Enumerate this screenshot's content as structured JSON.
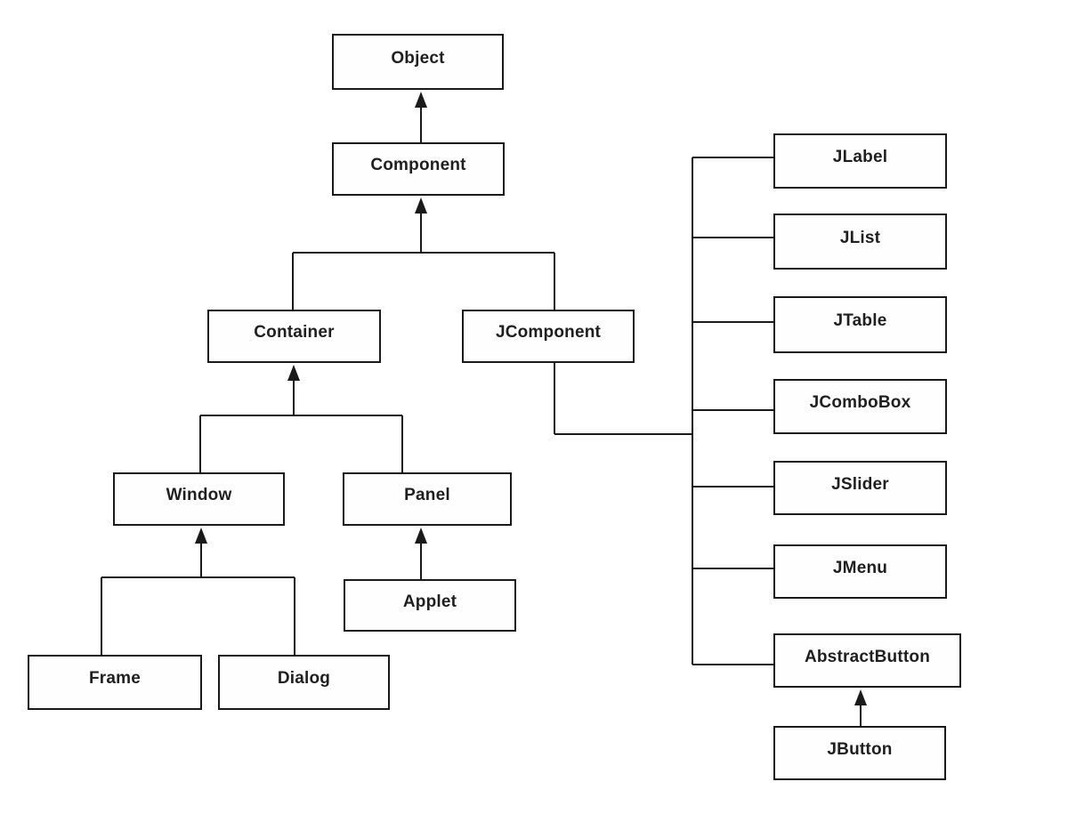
{
  "diagram": {
    "type": "class-hierarchy",
    "nodes": {
      "object": {
        "label": "Object"
      },
      "component": {
        "label": "Component"
      },
      "container": {
        "label": "Container"
      },
      "jcomponent": {
        "label": "JComponent"
      },
      "window": {
        "label": "Window"
      },
      "panel": {
        "label": "Panel"
      },
      "applet": {
        "label": "Applet"
      },
      "frame": {
        "label": "Frame"
      },
      "dialog": {
        "label": "Dialog"
      },
      "jlabel": {
        "label": "JLabel"
      },
      "jlist": {
        "label": "JList"
      },
      "jtable": {
        "label": "JTable"
      },
      "jcombobox": {
        "label": "JComboBox"
      },
      "jslider": {
        "label": "JSlider"
      },
      "jmenu": {
        "label": "JMenu"
      },
      "abstractbutton": {
        "label": "AbstractButton"
      },
      "jbutton": {
        "label": "JButton"
      }
    },
    "edges": [
      {
        "from": "Component",
        "to": "Object",
        "style": "arrow"
      },
      {
        "from": "Container",
        "to": "Component",
        "style": "arrow"
      },
      {
        "from": "JComponent",
        "to": "Component",
        "style": "line"
      },
      {
        "from": "Window",
        "to": "Container",
        "style": "arrow"
      },
      {
        "from": "Panel",
        "to": "Container",
        "style": "line"
      },
      {
        "from": "Frame",
        "to": "Window",
        "style": "line"
      },
      {
        "from": "Dialog",
        "to": "Window",
        "style": "line"
      },
      {
        "from": "Applet",
        "to": "Panel",
        "style": "arrow"
      },
      {
        "from": "JLabel",
        "to": "JComponent",
        "style": "line"
      },
      {
        "from": "JList",
        "to": "JComponent",
        "style": "line"
      },
      {
        "from": "JTable",
        "to": "JComponent",
        "style": "line"
      },
      {
        "from": "JComboBox",
        "to": "JComponent",
        "style": "line"
      },
      {
        "from": "JSlider",
        "to": "JComponent",
        "style": "line"
      },
      {
        "from": "JMenu",
        "to": "JComponent",
        "style": "line"
      },
      {
        "from": "AbstractButton",
        "to": "JComponent",
        "style": "line"
      },
      {
        "from": "JButton",
        "to": "AbstractButton",
        "style": "arrow"
      }
    ],
    "colors": {
      "background": "#ffffff",
      "box_fill": "#fefefe",
      "box_border": "#1a1a1a",
      "line": "#1a1a1a",
      "text": "#1f1f1f"
    }
  }
}
